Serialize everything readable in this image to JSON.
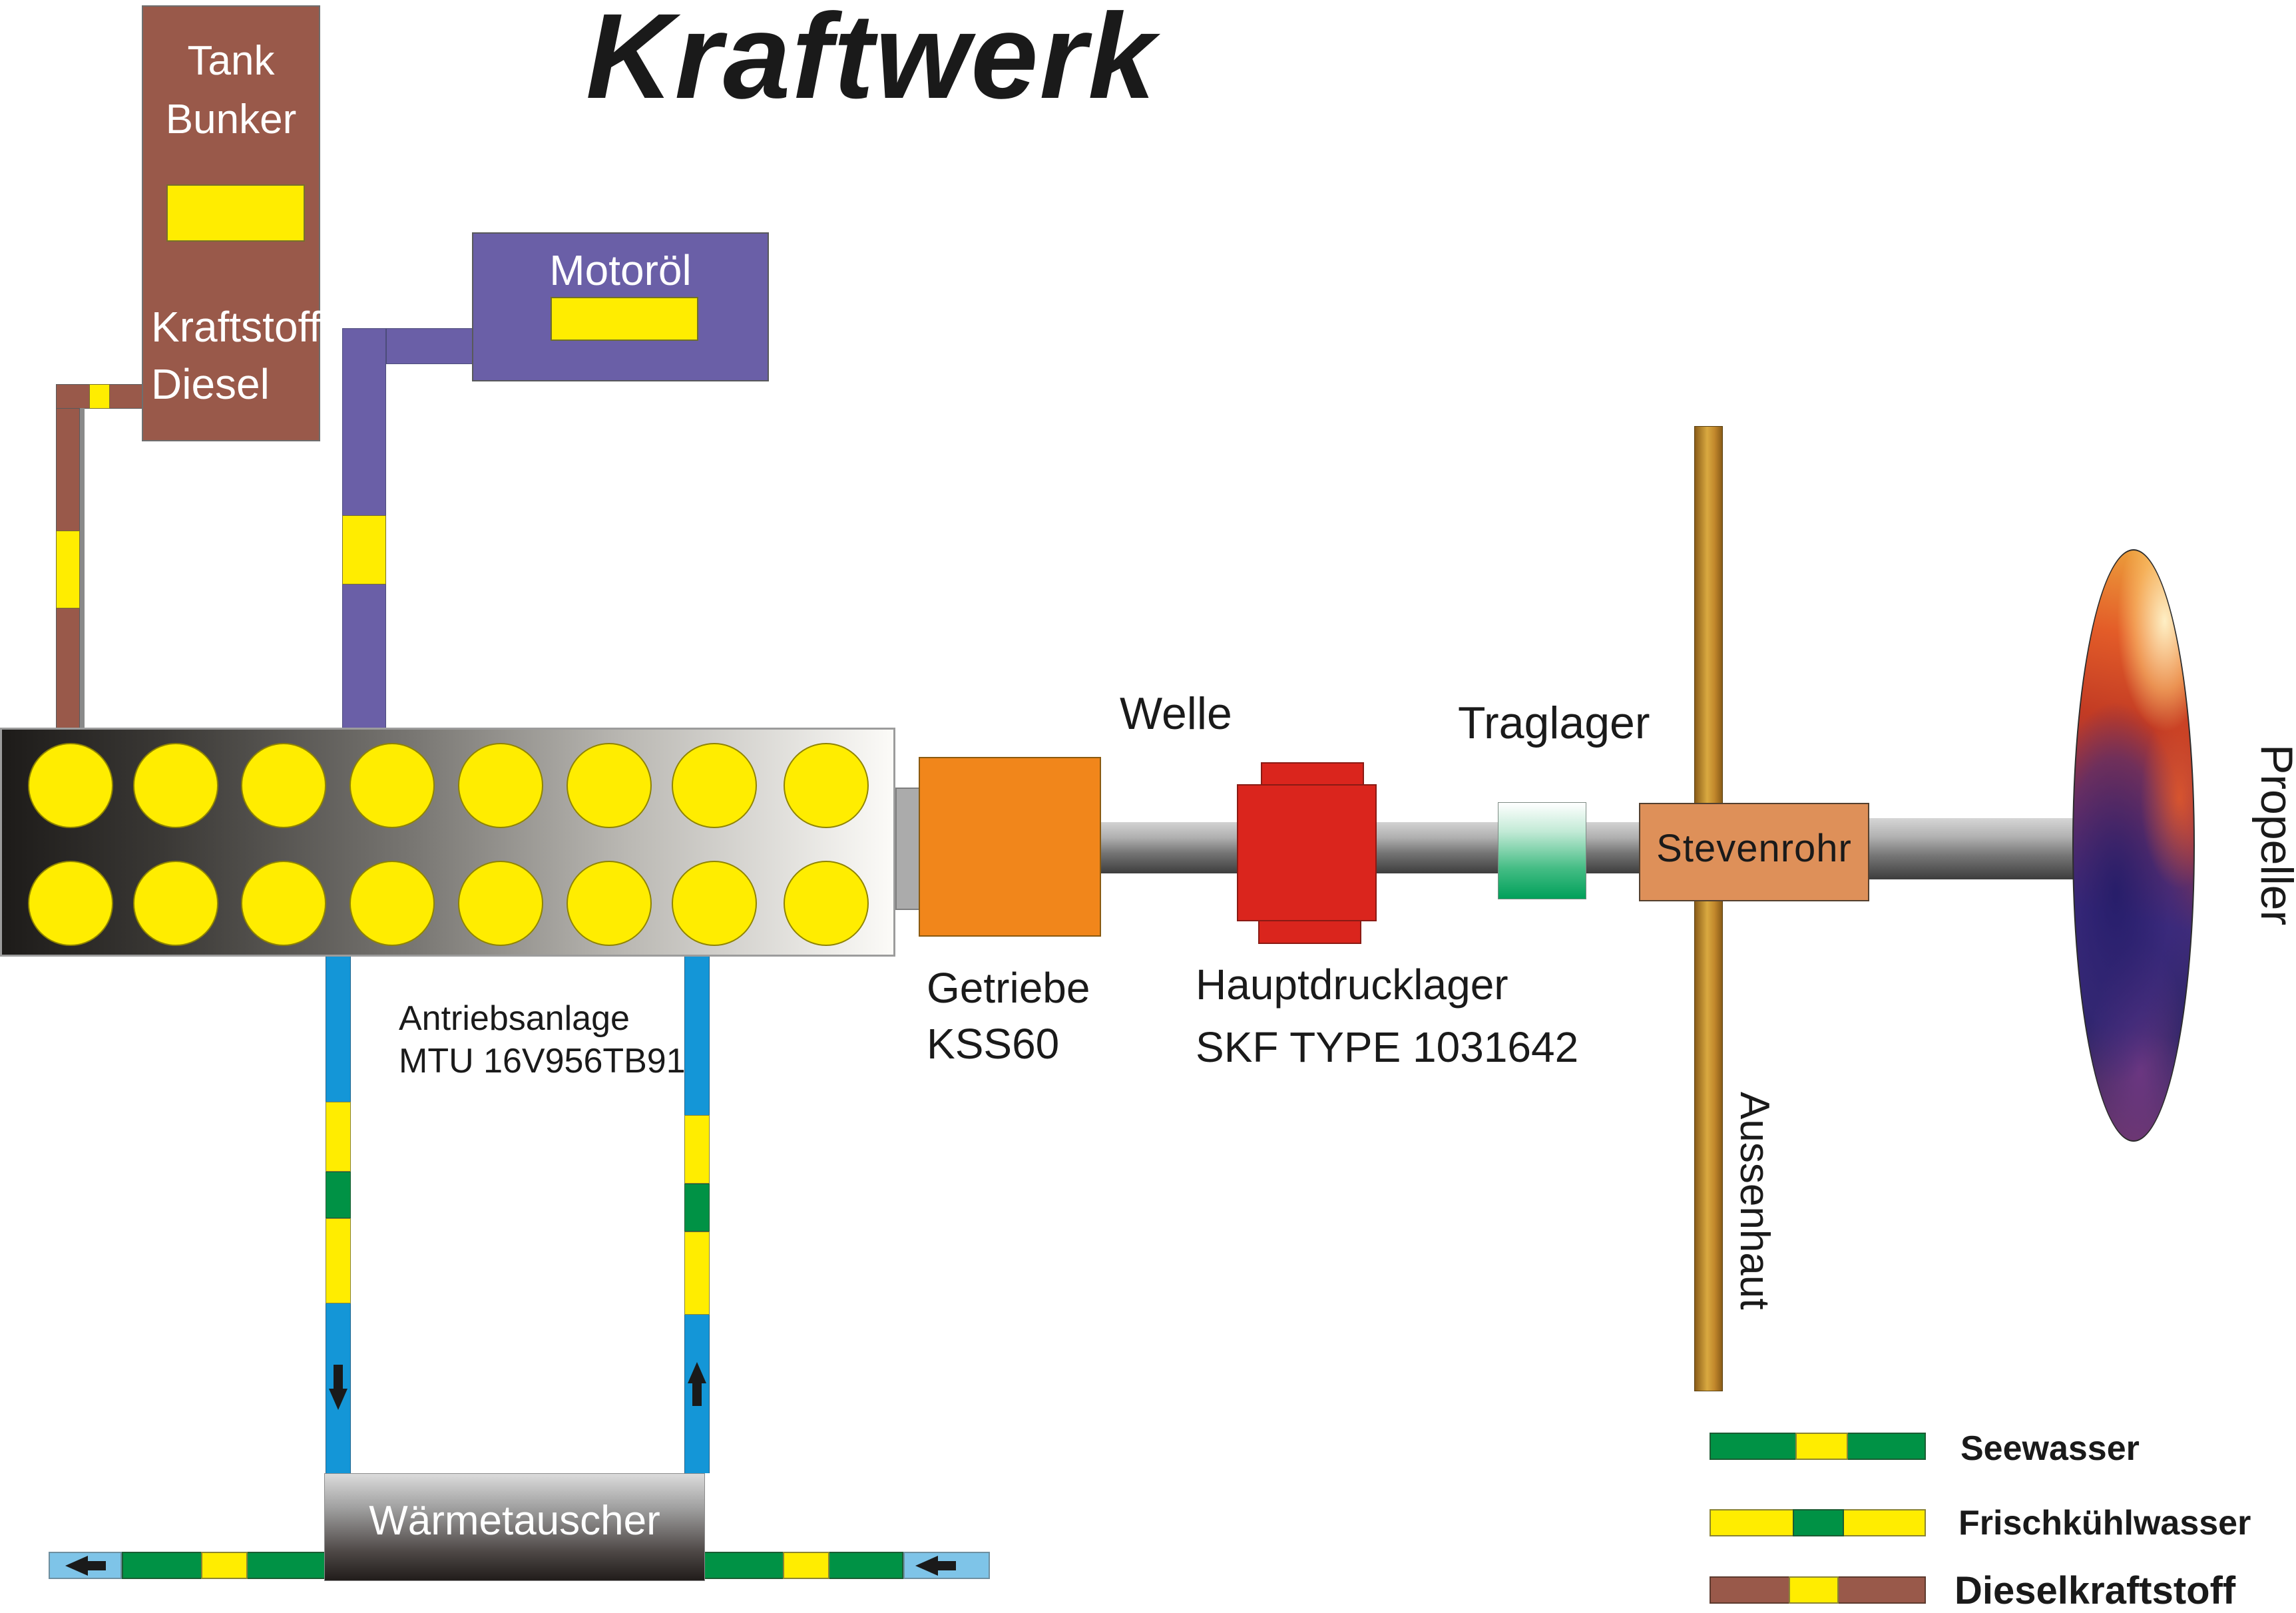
{
  "title": "Kraftwerk",
  "colors": {
    "yellow": "#FFED00",
    "brown": "#99594A",
    "purple": "#6A5FA7",
    "orange": "#F1861B",
    "red": "#DA251D",
    "green": "#009245",
    "blue": "#1496D7",
    "lightblue": "#7EC4E8",
    "steven": "#DE9059",
    "gold": "#D9A940",
    "text": "#1a1a1a"
  },
  "tank": {
    "label": "Tank\nBunker",
    "sublabel": "Kraftstoff\nDiesel"
  },
  "motoroel": {
    "label": "Motoröl"
  },
  "engine": {
    "label": "Antriebsanlage\nMTU 16V956TB91",
    "cylinder_count": 16
  },
  "getriebe": {
    "label": "Getriebe\nKSS60"
  },
  "welle": {
    "label": "Welle"
  },
  "hauptdrucklager": {
    "label": "Hauptdrucklager\nSKF TYPE 1031642"
  },
  "traglager": {
    "label": "Traglager"
  },
  "aussenhaut": {
    "label": "Aussenhaut"
  },
  "stevenrohr": {
    "label": "Stevenrohr"
  },
  "propeller": {
    "label": "Propeller"
  },
  "waermetauscher": {
    "label": "Wärmetauscher"
  },
  "legend": {
    "items": [
      {
        "label": "Seewasser"
      },
      {
        "label": "Frischkühlwasser"
      },
      {
        "label": "Dieselkraftstoff"
      }
    ]
  }
}
